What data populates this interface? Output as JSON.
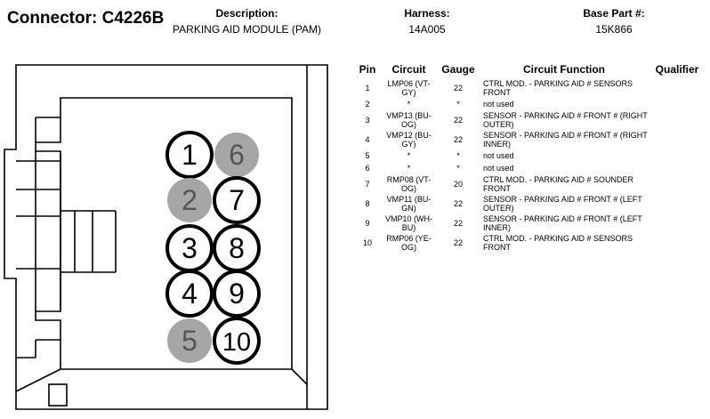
{
  "header": {
    "connector_title": "Connector: C4226B",
    "description_label": "Description:",
    "description_value": "PARKING AID MODULE (PAM)",
    "harness_label": "Harness:",
    "harness_value": "14A005",
    "base_part_label": "Base Part #:",
    "base_part_value": "15K866"
  },
  "connector": {
    "pins": [
      {
        "label": "1",
        "used": true
      },
      {
        "label": "2",
        "used": false
      },
      {
        "label": "3",
        "used": true
      },
      {
        "label": "4",
        "used": true
      },
      {
        "label": "5",
        "used": false
      },
      {
        "label": "6",
        "used": false
      },
      {
        "label": "7",
        "used": true
      },
      {
        "label": "8",
        "used": true
      },
      {
        "label": "9",
        "used": true
      },
      {
        "label": "10",
        "used": true
      }
    ],
    "used_fill": "#ffffff",
    "unused_fill": "#a6a6a6"
  },
  "table": {
    "headers": {
      "pin": "Pin",
      "circuit": "Circuit",
      "gauge": "Gauge",
      "function": "Circuit Function",
      "qualifier": "Qualifier"
    },
    "rows": [
      {
        "pin": "1",
        "circuit": "LMP06 (VT-GY)",
        "gauge": "22",
        "function": "CTRL MOD. - PARKING AID # SENSORS FRONT",
        "qualifier": ""
      },
      {
        "pin": "2",
        "circuit": "*",
        "gauge": "*",
        "function": "not used",
        "qualifier": ""
      },
      {
        "pin": "3",
        "circuit": "VMP13 (BU-OG)",
        "gauge": "22",
        "function": "SENSOR - PARKING AID # FRONT # (RIGHT OUTER)",
        "qualifier": ""
      },
      {
        "pin": "4",
        "circuit": "VMP12 (BU-GY)",
        "gauge": "22",
        "function": "SENSOR - PARKING AID # FRONT # (RIGHT INNER)",
        "qualifier": ""
      },
      {
        "pin": "5",
        "circuit": "*",
        "gauge": "*",
        "function": "not used",
        "qualifier": ""
      },
      {
        "pin": "6",
        "circuit": "*",
        "gauge": "*",
        "function": "not used",
        "qualifier": ""
      },
      {
        "pin": "7",
        "circuit": "RMP08 (VT-OG)",
        "gauge": "20",
        "function": "CTRL MOD. - PARKING AID # SOUNDER FRONT",
        "qualifier": ""
      },
      {
        "pin": "8",
        "circuit": "VMP11 (BU-GN)",
        "gauge": "22",
        "function": "SENSOR - PARKING AID # FRONT # (LEFT OUTER)",
        "qualifier": ""
      },
      {
        "pin": "9",
        "circuit": "VMP10 (WH-BU)",
        "gauge": "22",
        "function": "SENSOR - PARKING AID # FRONT # (LEFT INNER)",
        "qualifier": ""
      },
      {
        "pin": "10",
        "circuit": "RMP06 (YE-OG)",
        "gauge": "22",
        "function": "CTRL MOD. - PARKING AID # SENSORS FRONT",
        "qualifier": ""
      }
    ]
  }
}
